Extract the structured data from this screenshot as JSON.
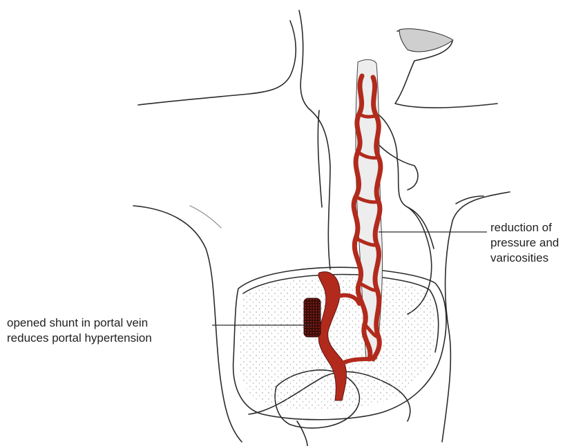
{
  "annotations": {
    "varices_label": [
      "reduction of",
      "pressure and",
      "varicosities"
    ],
    "shunt_label": [
      "opened shunt in portal vein",
      "reduces portal hypertension"
    ]
  },
  "colors": {
    "outline": "#2a2a2a",
    "vein_fill": "#b22a1c",
    "vein_dark": "#5a1410",
    "stipple": "#9a9a9a",
    "background": "#ffffff"
  }
}
